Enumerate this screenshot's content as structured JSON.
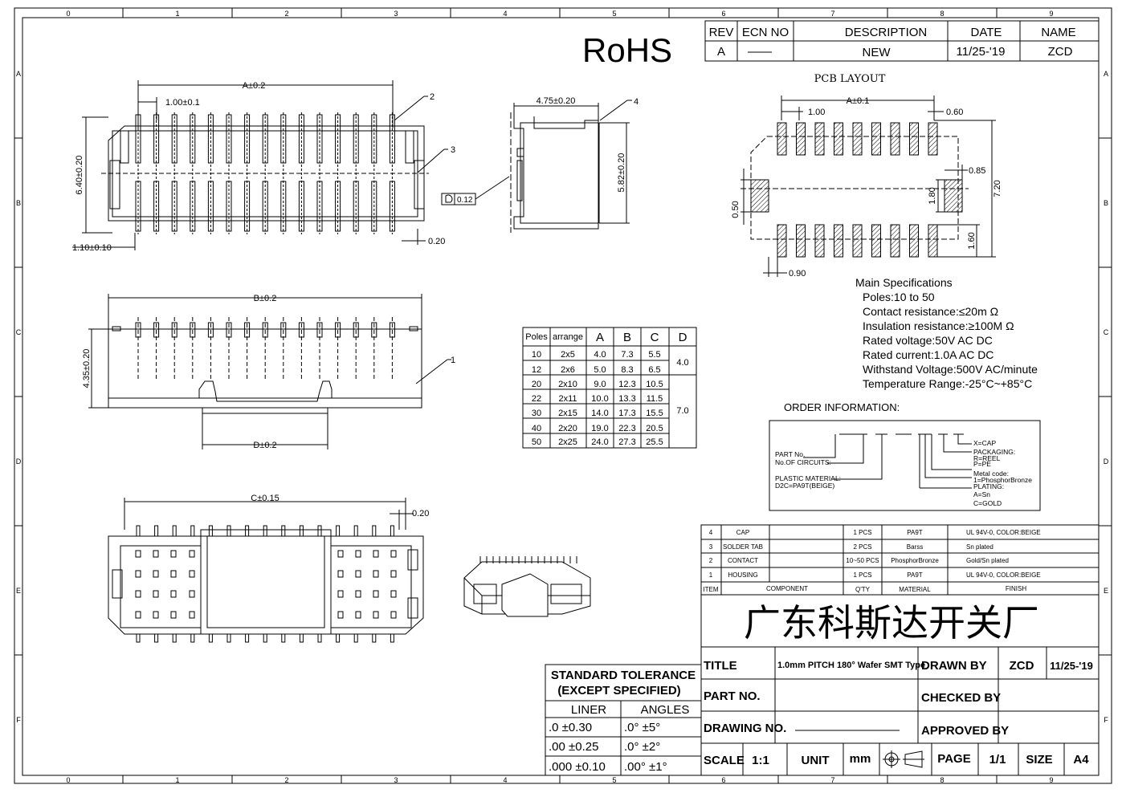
{
  "grid": {
    "columns": [
      "0",
      "1",
      "2",
      "3",
      "4",
      "5",
      "6",
      "7",
      "8",
      "9"
    ],
    "rows": [
      "A",
      "B",
      "C",
      "D",
      "E",
      "F"
    ]
  },
  "rohs": "RoHS",
  "revision_table": {
    "headers": [
      "REV",
      "ECN NO",
      "DESCRIPTION",
      "DATE",
      "NAME"
    ],
    "row": [
      "A",
      "——",
      "NEW",
      "11/25-'19",
      "ZCD"
    ]
  },
  "dims": {
    "top_a": "A±0.2",
    "pitch": "1.00±0.1",
    "height": "6.40±0.20",
    "offset": "1.10±0.10",
    "side_w": "4.75±0.20",
    "side_h": "5.82±0.20",
    "flatness_val": "0.12",
    "front_b": "B±0.2",
    "front_h": "4.35±0.20",
    "front_d": "D±0.2",
    "bot_c": "C±0.15",
    "p020a": "0.20",
    "p020b": "0.20"
  },
  "callouts": [
    "1",
    "2",
    "3",
    "4"
  ],
  "pcb": {
    "title": "PCB LAYOUT",
    "a": "A±0.1",
    "pitch": "1.00",
    "pad_w": "0.60",
    "w085": "0.85",
    "h180": "1.80",
    "h720": "7.20",
    "w050": "0.50",
    "h160": "1.60",
    "w090": "0.90"
  },
  "specs": {
    "title": "Main Specifications",
    "lines": [
      "Poles:10 to 50",
      "Contact resistance:≤20m Ω",
      "Insulation resistance:≥100M Ω",
      "Rated voltage:50V AC DC",
      "Rated current:1.0A AC DC",
      "Withstand Voltage:500V AC/minute",
      "Temperature Range:-25°C~+85°C"
    ]
  },
  "poles_table": {
    "headers": [
      "Poles",
      "arrange",
      "A",
      "B",
      "C",
      "D"
    ],
    "rows": [
      [
        "10",
        "2x5",
        "4.0",
        "7.3",
        "5.5"
      ],
      [
        "12",
        "2x6",
        "5.0",
        "8.3",
        "6.5"
      ],
      [
        "20",
        "2x10",
        "9.0",
        "12.3",
        "10.5"
      ],
      [
        "22",
        "2x11",
        "10.0",
        "13.3",
        "11.5"
      ],
      [
        "30",
        "2x15",
        "14.0",
        "17.3",
        "15.5"
      ],
      [
        "40",
        "2x20",
        "19.0",
        "22.3",
        "20.5"
      ],
      [
        "50",
        "2x25",
        "24.0",
        "27.3",
        "25.5"
      ]
    ],
    "d_values": [
      "4.0",
      "7.0"
    ]
  },
  "order": {
    "title": "ORDER  INFORMATION:",
    "left": [
      "PART No.",
      "No.OF  CIRCUITS:",
      "PLASTIC MATERIAL:",
      "D2C=PA9T(BEIGE)"
    ],
    "right": [
      "X=CAP",
      "PACKAGING:",
      "R=REEL",
      "P=PE",
      "Metal code:",
      "1=PhosphorBronze",
      "PLATING:",
      "A=Sn",
      "C=GOLD"
    ]
  },
  "bom": {
    "rows": [
      [
        "4",
        "CAP",
        "",
        "1 PCS",
        "PA9T",
        "UL 94V-0, COLOR:BEIGE"
      ],
      [
        "3",
        "SOLDER TAB",
        "",
        "2 PCS",
        "Barss",
        "Sn plated"
      ],
      [
        "2",
        "CONTACT",
        "",
        "10~50 PCS",
        "PhosphorBronze",
        "Gold/Sn plated"
      ],
      [
        "1",
        "HOUSING",
        "",
        "1 PCS",
        "PA9T",
        "UL 94V-0, COLOR:BEIGE"
      ]
    ],
    "header": [
      "ITEM",
      "COMPONENT",
      "Q'TY",
      "MATERIAL",
      "FINISH"
    ]
  },
  "company": "广东科斯达开关厂",
  "title_block": {
    "title_label": "TITLE",
    "title_value": "1.0mm PITCH 180° Wafer SMT Type",
    "drawn_by_label": "DRAWN BY",
    "drawn_by": "ZCD",
    "drawn_date": "11/25-'19",
    "part_no_label": "PART NO.",
    "checked_by_label": "CHECKED BY",
    "drawing_no_label": "DRAWING NO.",
    "approved_by_label": "APPROVED BY",
    "scale_label": "SCALE",
    "scale": "1:1",
    "unit_label": "UNIT",
    "unit": "mm",
    "page_label": "PAGE",
    "page": "1/1",
    "size_label": "SIZE",
    "size": "A4"
  },
  "tolerance": {
    "title1": "STANDARD TOLERANCE",
    "title2": "(EXCEPT  SPECIFIED)",
    "col1": "LINER",
    "col2": "ANGLES",
    "rows": [
      [
        ".0  ±0.30",
        ".0°  ±5°"
      ],
      [
        ".00  ±0.25",
        ".0°  ±2°"
      ],
      [
        ".000 ±0.10",
        ".00°  ±1°"
      ]
    ]
  }
}
